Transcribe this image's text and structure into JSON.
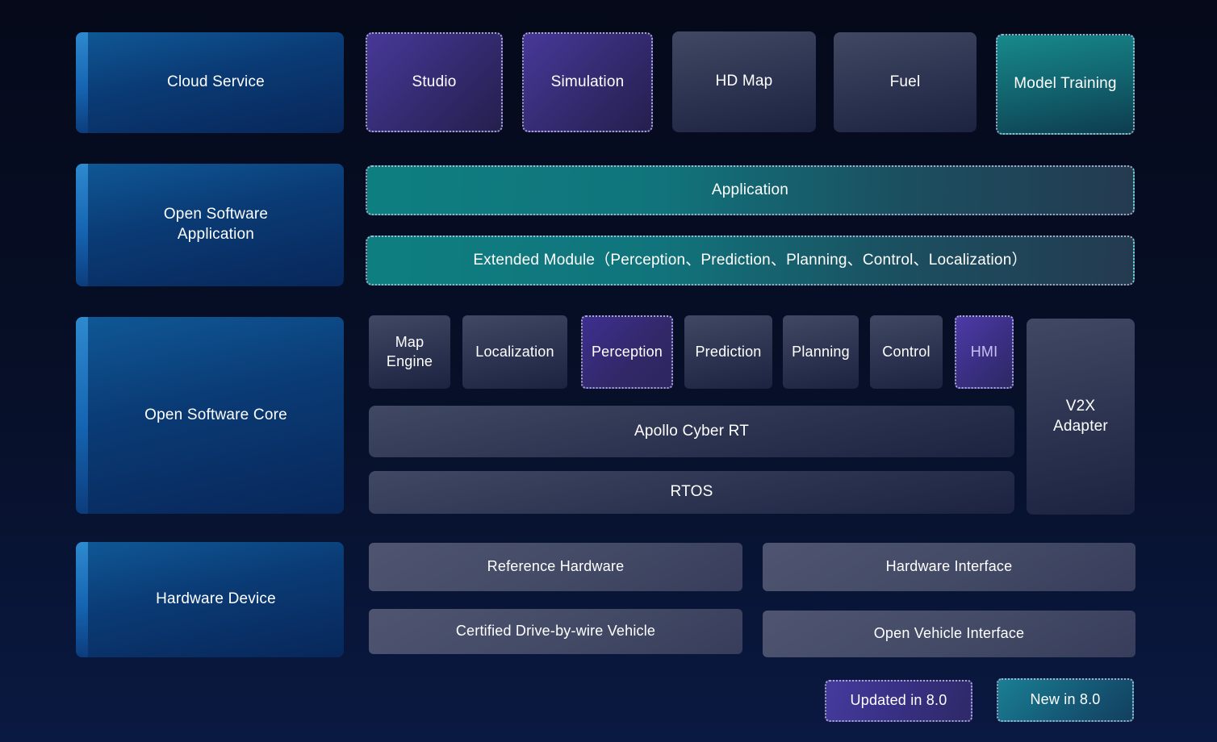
{
  "title": "Apollo platform architecture diagram",
  "legend_colors": {
    "updated": "#453b9e",
    "new": "#1a7f93"
  },
  "rows": {
    "cloud": {
      "category": "Cloud Service",
      "items": [
        {
          "label": "Studio",
          "variant": "updated"
        },
        {
          "label": "Simulation",
          "variant": "updated"
        },
        {
          "label": "HD Map",
          "variant": "default"
        },
        {
          "label": "Fuel",
          "variant": "default"
        },
        {
          "label": "Model Training",
          "variant": "new"
        }
      ]
    },
    "application": {
      "category": "Open Software Application",
      "bars": [
        {
          "label": "Application",
          "variant": "new"
        },
        {
          "label": "Extended Module（Perception、Prediction、Planning、Control、Localization）",
          "variant": "new"
        }
      ]
    },
    "core": {
      "category": "Open Software Core",
      "modules": [
        {
          "label": "Map Engine",
          "variant": "default"
        },
        {
          "label": "Localization",
          "variant": "default"
        },
        {
          "label": "Perception",
          "variant": "updated"
        },
        {
          "label": "Prediction",
          "variant": "default"
        },
        {
          "label": "Planning",
          "variant": "default"
        },
        {
          "label": "Control",
          "variant": "default"
        },
        {
          "label": "HMI",
          "variant": "updated"
        }
      ],
      "bars": [
        {
          "label": "Apollo Cyber RT",
          "variant": "default"
        },
        {
          "label": "RTOS",
          "variant": "default"
        }
      ],
      "side": {
        "label": "V2X Adapter",
        "variant": "default"
      }
    },
    "hardware": {
      "category": "Hardware Device",
      "items": [
        {
          "label": "Reference Hardware",
          "variant": "default"
        },
        {
          "label": "Hardware Interface",
          "variant": "default"
        },
        {
          "label": "Certified Drive-by-wire Vehicle",
          "variant": "default"
        },
        {
          "label": "Open Vehicle Interface",
          "variant": "default"
        }
      ]
    }
  },
  "legend": {
    "updated": "Updated in 8.0",
    "new": "New in 8.0"
  }
}
